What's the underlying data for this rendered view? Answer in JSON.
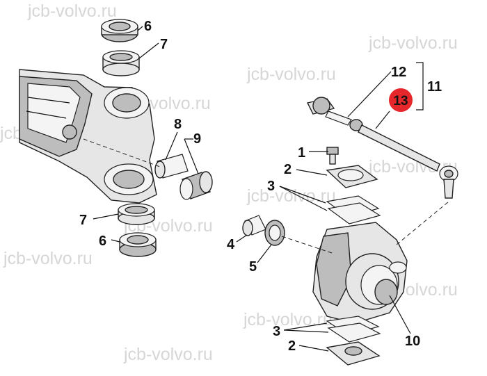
{
  "watermark": "jcb-volvo.ru",
  "highlight_color": "#e5262b",
  "callouts": {
    "p1": "1",
    "p2": "2",
    "p3": "3",
    "p4": "4",
    "p5": "5",
    "p6": "6",
    "p7": "7",
    "p8": "8",
    "p9": "9",
    "p10": "10",
    "p11": "11",
    "p12": "12",
    "p13": "13"
  }
}
